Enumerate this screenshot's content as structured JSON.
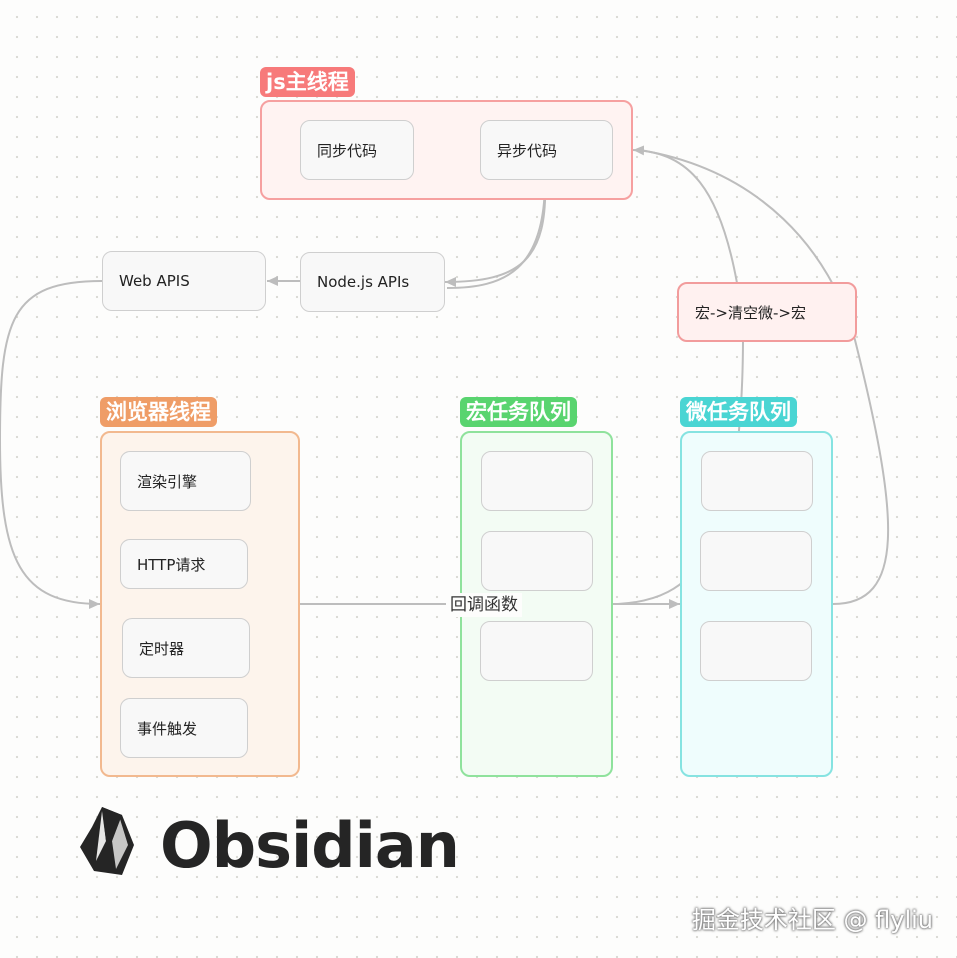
{
  "colors": {
    "main": "#f77a7a",
    "browser": "#ef9d67",
    "macro": "#59d46f",
    "micro": "#4ad5d3",
    "edge": "#bdbdbd"
  },
  "groups": {
    "js_main": {
      "label": "js主线程",
      "cards": [
        "同步代码",
        "异步代码"
      ]
    },
    "browser": {
      "label": "浏览器线程",
      "cards": [
        "渲染引擎",
        "HTTP请求",
        "定时器",
        "事件触发"
      ]
    },
    "macro_queue": {
      "label": "宏任务队列"
    },
    "micro_queue": {
      "label": "微任务队列"
    }
  },
  "nodes": {
    "node_apis": "Node.js APIs",
    "web_apis": "Web APIS",
    "loop_note": "宏->清空微->宏"
  },
  "edges": {
    "callback": "回调函数"
  },
  "logo": {
    "name": "Obsidian",
    "icon": "obsidian-logo-icon"
  },
  "watermark": "掘金技术社区 @ flyliu"
}
